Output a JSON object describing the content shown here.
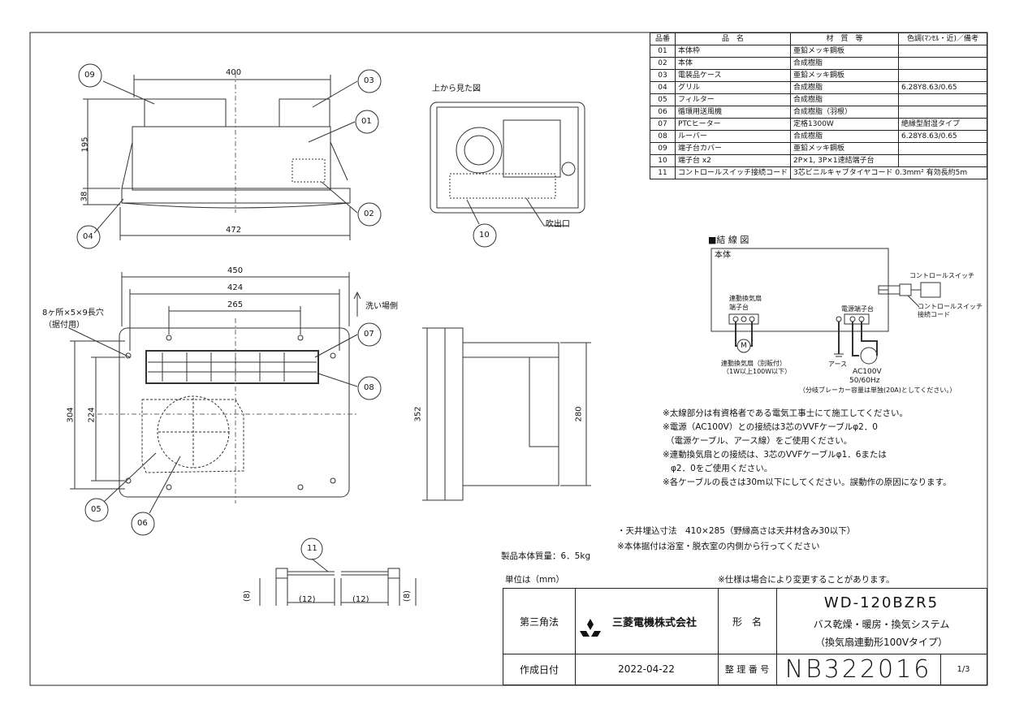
{
  "parts_table": {
    "headers": [
      "品番",
      "品　名",
      "材　質　等",
      "色調(ﾏﾝｾﾙ・近)／備考"
    ],
    "rows": [
      [
        "01",
        "本体枠",
        "亜鉛メッキ鋼板",
        ""
      ],
      [
        "02",
        "本体",
        "合成樹脂",
        ""
      ],
      [
        "03",
        "電装品ケース",
        "亜鉛メッキ鋼板",
        ""
      ],
      [
        "04",
        "グリル",
        "合成樹脂",
        "6.28Y8.63/0.65"
      ],
      [
        "05",
        "フィルター",
        "合成樹脂",
        ""
      ],
      [
        "06",
        "循環用送風機",
        "合成樹脂（羽根）",
        ""
      ],
      [
        "07",
        "PTCヒーター",
        "定格1300W",
        "絶縁型耐湿タイプ"
      ],
      [
        "08",
        "ルーバー",
        "合成樹脂",
        "6.28Y8.63/0.65"
      ],
      [
        "09",
        "端子台カバー",
        "亜鉛メッキ鋼板",
        ""
      ],
      [
        "10",
        "端子台 x2",
        "2P×1, 3P×1速結端子台",
        ""
      ],
      [
        "11",
        "コントロールスイッチ接続コード",
        "3芯ビニルキャブタイヤコード 0.3mm² 有効長約5m",
        ""
      ]
    ]
  },
  "front_view": {
    "dim_top": "400",
    "dim_height": "195",
    "dim_flange": "38",
    "dim_bottom": "472",
    "callouts": [
      "09",
      "03",
      "01",
      "02",
      "04"
    ]
  },
  "top_view": {
    "label": "上から見た図",
    "outlet_label": "吹出口",
    "callout": "10"
  },
  "bottom_view": {
    "dim_450": "450",
    "dim_424": "424",
    "dim_265": "265",
    "dim_304": "304",
    "dim_224": "224",
    "holes_label_1": "8ヶ所×5×9長穴",
    "holes_label_2": "（据付用）",
    "wash_side": "洗い場側",
    "callouts": [
      "07",
      "08",
      "05",
      "06"
    ]
  },
  "side_view": {
    "dim_352": "352",
    "dim_280": "280"
  },
  "wiring": {
    "title": "■結 線 図",
    "body": "本体",
    "vent_terminal_1": "連動換気扇",
    "vent_terminal_2": "端子台",
    "power_terminal": "電源端子台",
    "motor": "M",
    "vent_fan_1": "連動換気扇（別販付）",
    "vent_fan_2": "（1W以上100W以下）",
    "earth": "アース",
    "ac_1": "AC100V",
    "ac_2": "50/60Hz",
    "breaker": "（分岐ブレーカー容量は単独(20A)としてください。）",
    "control_switch": "コントロールスイッチ",
    "cord_1": "コントロールスイッチ",
    "cord_2": "接続コード"
  },
  "notes": [
    "※太線部分は有資格者である電気工事士にて施工してください。",
    "※電源（AC100V）との接続は3芯のVVFケーブルφ2．0",
    "（電源ケーブル、アース線）をご使用ください。",
    "※連動換気扇との接続は、3芯のVVFケーブルφ1．6または",
    "φ2．0をご使用ください。",
    "※各ケーブルの長さは30m以下にしてください。誤動作の原因になります。"
  ],
  "ceiling_note": "・天井埋込寸法　410×285（野縁高さは天井材含み30以下）",
  "install_note": "※本体据付は浴室・脱衣室の内側から行ってください",
  "weight": "製品本体質量：6．5kg",
  "cord": {
    "callout": "11",
    "dim_left": "(8)",
    "dim_a": "(12)",
    "dim_b": "(12)",
    "dim_right": "(8)"
  },
  "unit_label": "単位は（mm）",
  "spec_note": "※仕様は場合により変更することがあります。",
  "title_block": {
    "projection": "第三角法",
    "company": "三菱電機株式会社",
    "model_label": "形　名",
    "model": "WD-120BZR5",
    "desc_1": "バス乾燥・暖房・換気システム",
    "desc_2": "（換気扇連動形100Vタイプ）",
    "date_label": "作成日付",
    "date": "2022-04-22",
    "number_label": "整 理 番 号",
    "number": "NB322016",
    "page": "1/3"
  }
}
